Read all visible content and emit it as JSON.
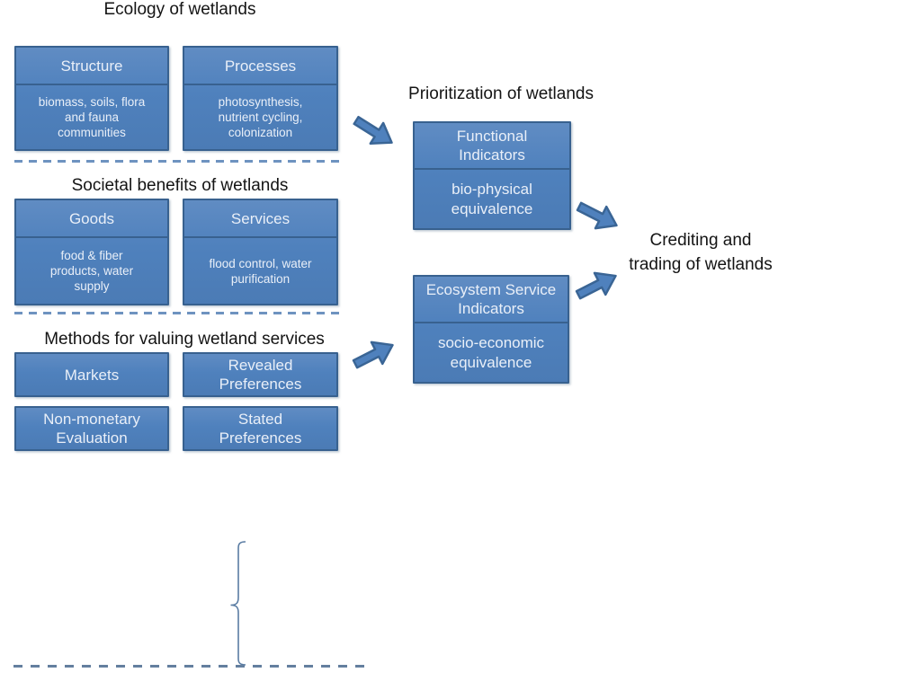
{
  "colors": {
    "box_fill": "#4F81BD",
    "box_border": "#38618F",
    "box_text": "#E9EFF8",
    "heading_text": "#141414",
    "dash_line": "#6E93C0",
    "arrow_fill": "#4F81BD",
    "arrow_border": "#3A6595"
  },
  "sections": {
    "ecology": {
      "heading": "Ecology of wetlands",
      "boxes": [
        {
          "title": "Structure",
          "body": "biomass, soils, flora\nand fauna\ncommunities"
        },
        {
          "title": "Processes",
          "body": "photosynthesis,\nnutrient cycling,\ncolonization"
        }
      ]
    },
    "societal": {
      "heading": "Societal benefits of wetlands",
      "boxes": [
        {
          "title": "Goods",
          "body": "food & fiber\nproducts, water\nsupply"
        },
        {
          "title": "Services",
          "body": "flood control, water\npurification"
        }
      ]
    },
    "methods": {
      "heading": "Methods for valuing wetland services",
      "boxes": [
        {
          "label": "Markets"
        },
        {
          "label": "Revealed\nPreferences"
        },
        {
          "label": "Non-monetary\nEvaluation"
        },
        {
          "label": "Stated\nPreferences"
        }
      ]
    },
    "prioritization": {
      "heading": "Prioritization of wetlands",
      "boxes": [
        {
          "title": "Functional\nIndicators",
          "body": "bio-physical\nequivalence"
        },
        {
          "title": "Ecosystem Service\nIndicators",
          "body": "socio-economic\nequivalence"
        }
      ]
    },
    "outcome": {
      "label": "Crediting and\ntrading of wetlands"
    }
  }
}
